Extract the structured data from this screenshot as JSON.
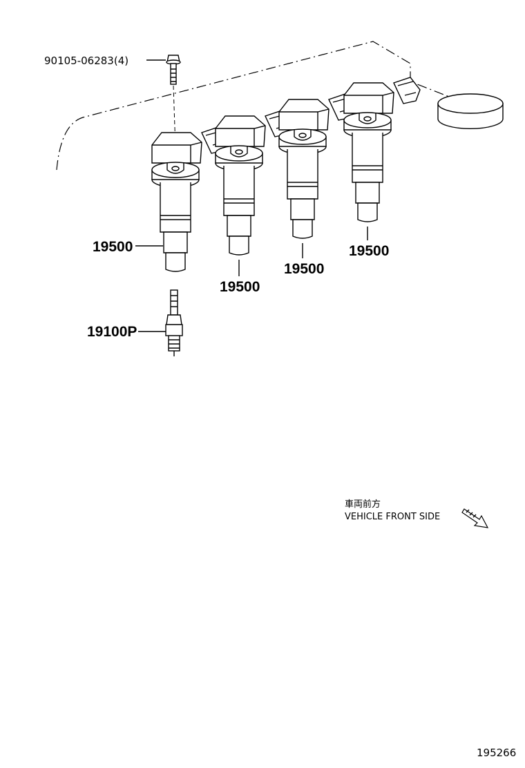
{
  "callouts": {
    "bolt": "90105-06283(4)",
    "coil_1": "19500",
    "coil_2": "19500",
    "coil_3": "19500",
    "coil_4": "19500",
    "spark_plug": "19100P"
  },
  "direction": {
    "japanese": "車両前方",
    "english": "VEHICLE FRONT SIDE"
  },
  "figure_number": "195266"
}
